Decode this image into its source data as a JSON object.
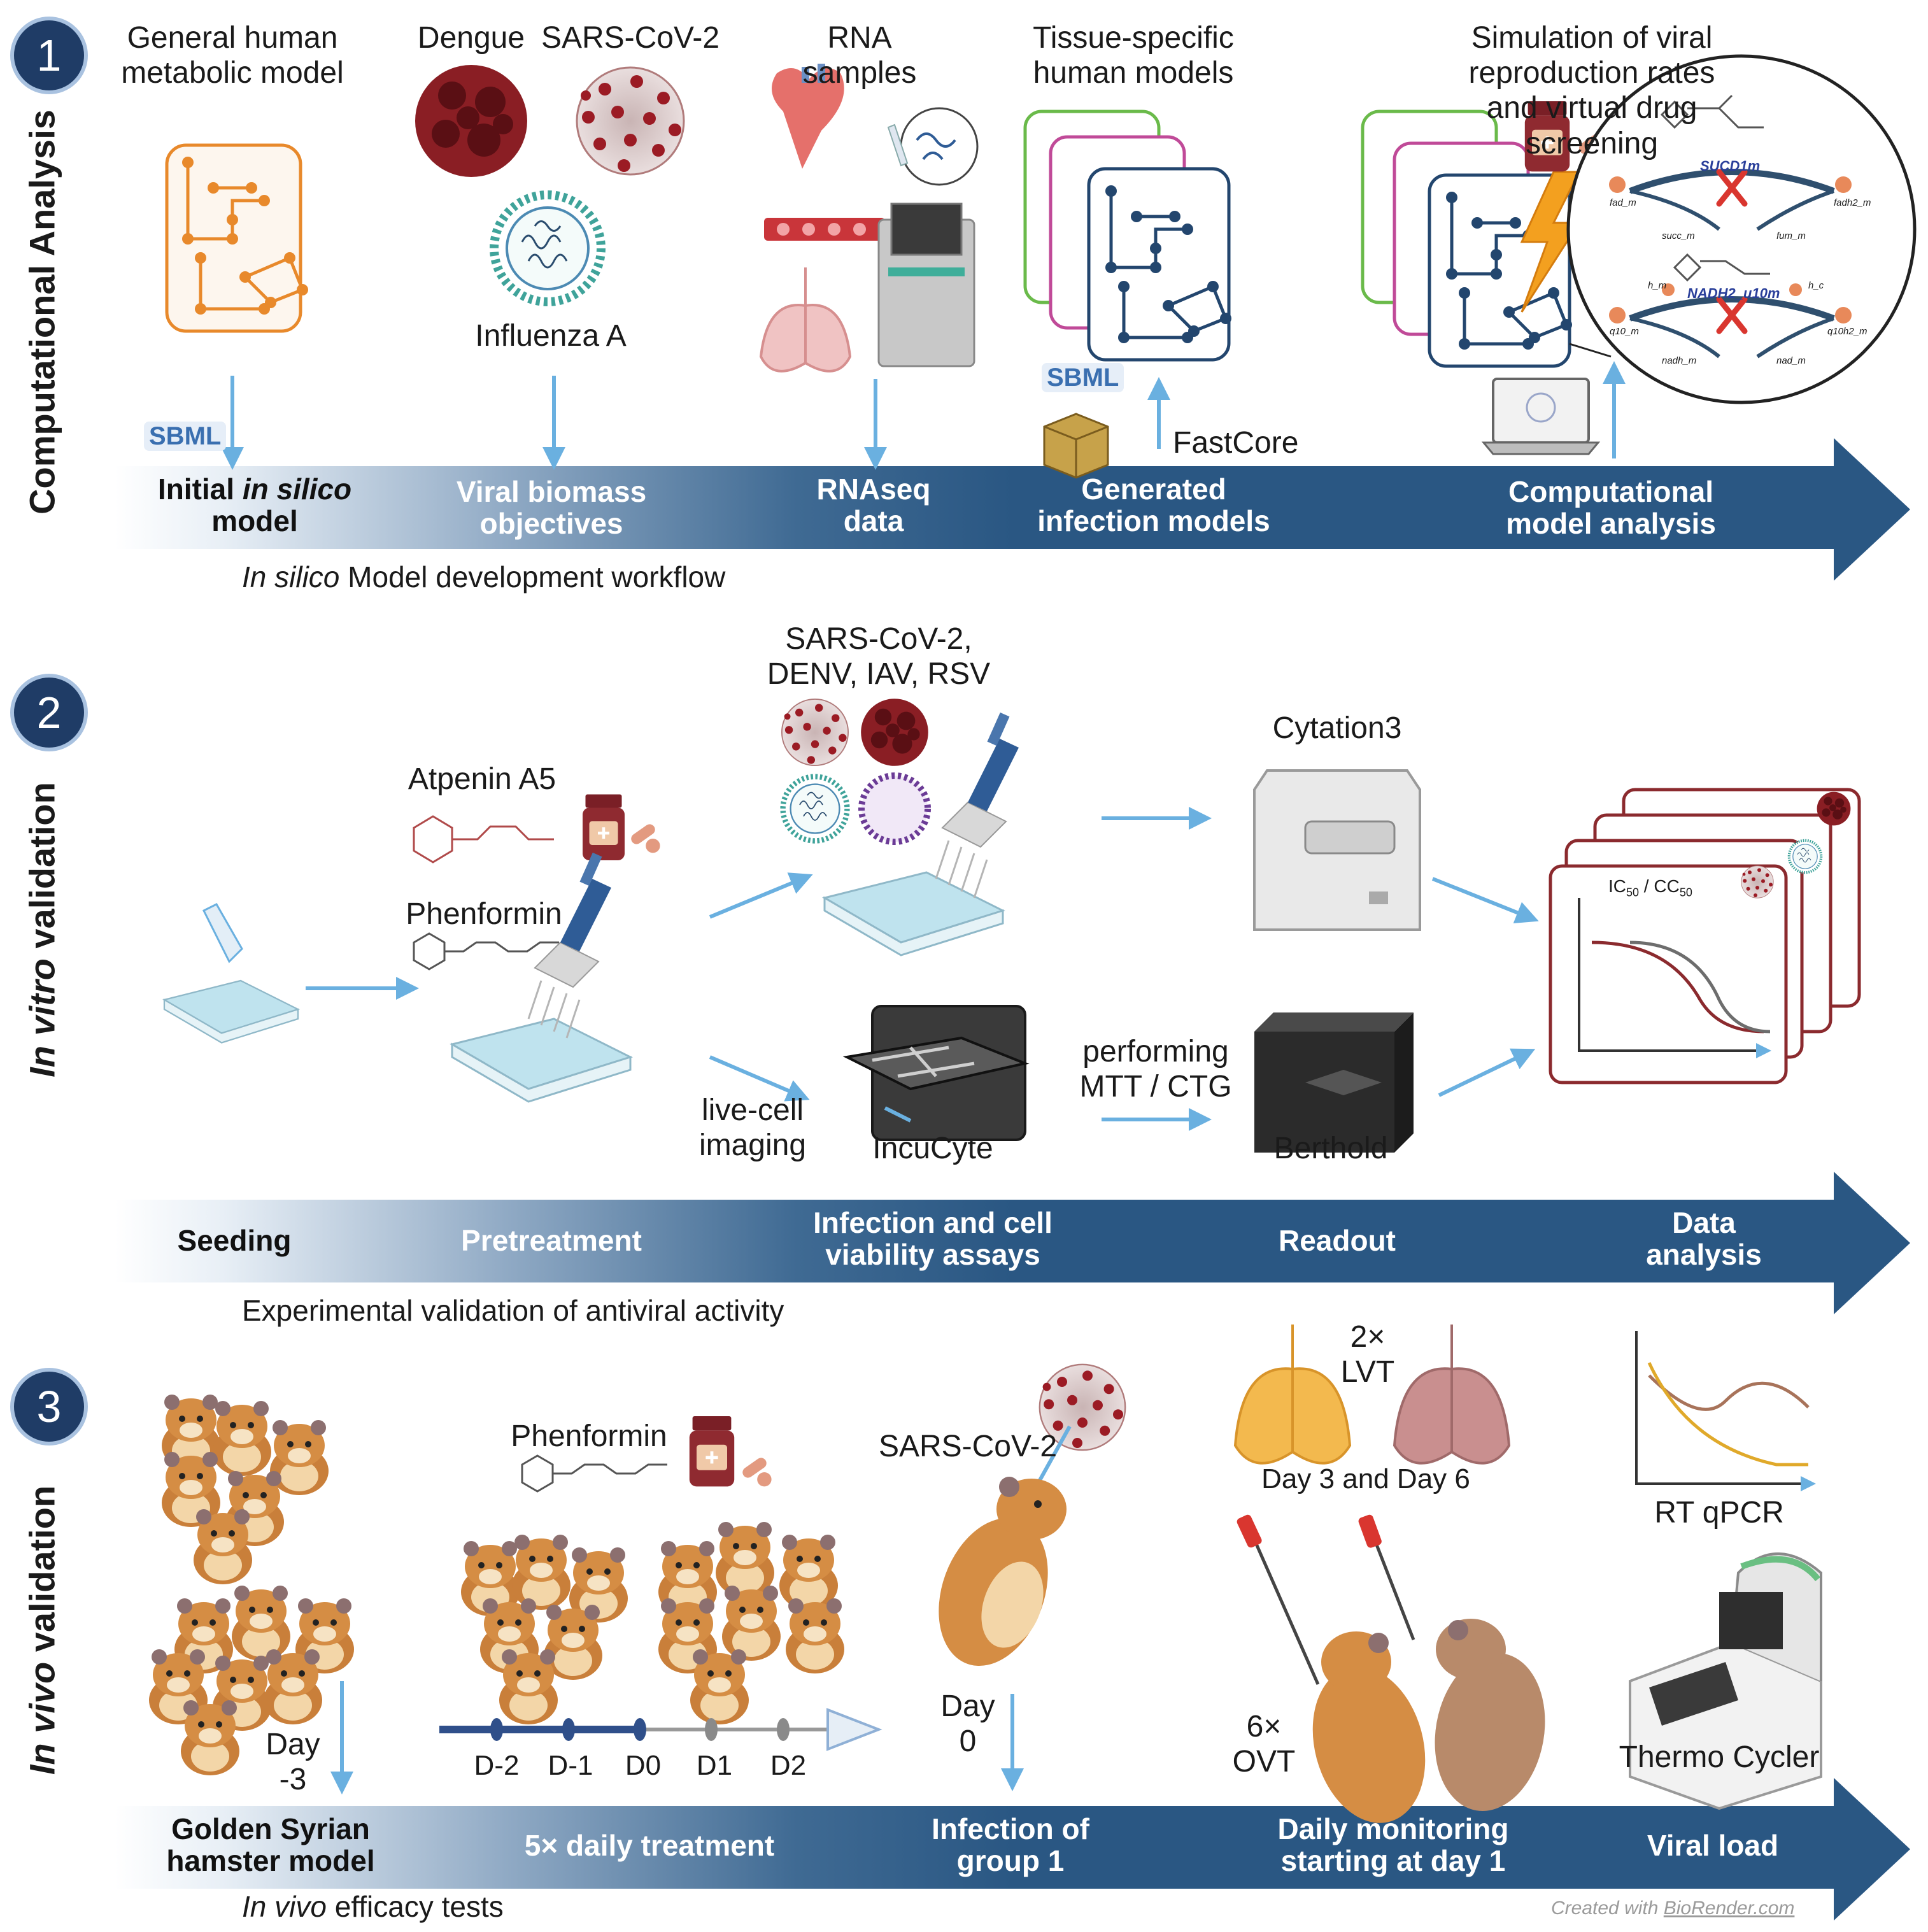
{
  "colors": {
    "arrow_dark": "#2a5783",
    "arrow_light": "#e6eef6",
    "accent_blue": "#6ab0e0",
    "orange": "#e8892b",
    "network_blue": "#23466e",
    "green": "#6aba4a",
    "magenta": "#c04a98",
    "maroon": "#8b2a2e"
  },
  "panel1": {
    "number": "1",
    "side_title": "Computational Analysis",
    "labels": {
      "general_model": "General human\nmetabolic model",
      "dengue": "Dengue",
      "sars": "SARS-CoV-2",
      "influenza": "Influenza A",
      "rna": "RNA\nsamples",
      "tissue": "Tissue-specific\nhuman models",
      "simulation": "Simulation of viral reproduction rates\nand virtual drug screening",
      "fastcore": "FastCore",
      "sbml": "SBML",
      "sucd": "SUCD1m",
      "nadh": "NADH2_u10m",
      "fad": "fad_m",
      "fadh2": "fadh2_m",
      "succ": "succ_m",
      "fum": "fum_m",
      "q10": "q10_m",
      "nadh_m": "nadh_m",
      "nad_m": "nad_m",
      "q10h2": "q10h2_m",
      "h_m": "h_m",
      "h_c": "h_c"
    },
    "steps": [
      {
        "a": "Initial ",
        "b": "in silico",
        "c": "\nmodel"
      },
      {
        "text": "Viral biomass\nobjectives"
      },
      {
        "text": "RNAseq\ndata"
      },
      {
        "text": "Generated\ninfection models"
      },
      {
        "text": "Computational\nmodel analysis"
      }
    ],
    "workflow": {
      "italic": "In silico",
      "rest": " Model development workflow"
    }
  },
  "panel2": {
    "number": "2",
    "side_title_italic": "In vitro",
    "side_title_rest": " validation",
    "labels": {
      "viruses": "SARS-CoV-2,\nDENV, IAV, RSV",
      "atpenin": "Atpenin A5",
      "phenformin": "Phenformin",
      "cytation": "Cytation3",
      "livecell": "live-cell\nimaging",
      "incucyte": "IncuCyte",
      "mtt": "performing\nMTT / CTG",
      "berthold": "Berthold",
      "ic50": "IC",
      "ic50_sub": "50",
      "cc50": " / CC",
      "cc50_sub": "50"
    },
    "steps": [
      {
        "text": "Seeding"
      },
      {
        "text": "Pretreatment"
      },
      {
        "text": "Infection and cell\nviability assays"
      },
      {
        "text": "Readout"
      },
      {
        "text": "Data\nanalysis"
      }
    ],
    "workflow": "Experimental validation of antiviral activity"
  },
  "panel3": {
    "number": "3",
    "side_title_italic": "In vivo",
    "side_title_rest": " validation",
    "labels": {
      "phenformin": "Phenformin",
      "sars": "SARS-CoV-2",
      "day_minus3": "Day\n-3",
      "day0": "Day\n0",
      "lvt": "2×\nLVT",
      "day36": "Day 3 and Day 6",
      "ovt": "6×\nOVT",
      "rtqpcr": "RT qPCR",
      "thermo": "Thermo Cycler",
      "timeline": [
        "D-2",
        "D-1",
        "D0",
        "D1",
        "D2"
      ]
    },
    "steps": [
      {
        "text": "Golden Syrian\nhamster model"
      },
      {
        "text": "5× daily treatment"
      },
      {
        "text": "Infection of\ngroup 1"
      },
      {
        "text": "Daily monitoring\nstarting at day 1"
      },
      {
        "text": "Viral load"
      }
    ],
    "workflow": {
      "italic": "In vivo",
      "rest": " efficacy tests"
    },
    "credit": {
      "prefix": "Created with ",
      "link": "BioRender.com"
    }
  }
}
